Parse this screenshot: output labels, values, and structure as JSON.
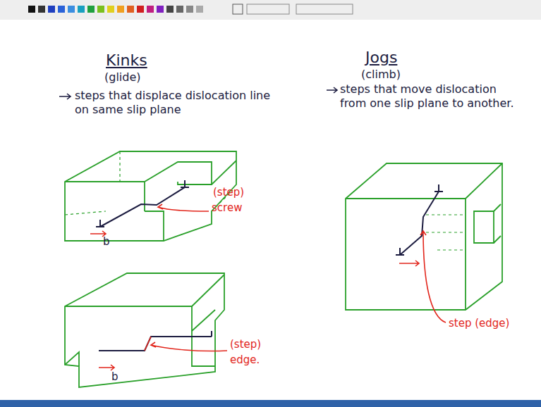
{
  "diagram": {
    "labels": [
      "Kinks",
      "(glide)",
      "steps that displace dislocation line on same slip plane",
      "Jogs",
      "(climb)",
      "steps that move dislocation from one slip plane to another.",
      "(step)",
      "screw",
      "b",
      "step (edge)",
      "(step)",
      "edge.",
      "b"
    ]
  }
}
